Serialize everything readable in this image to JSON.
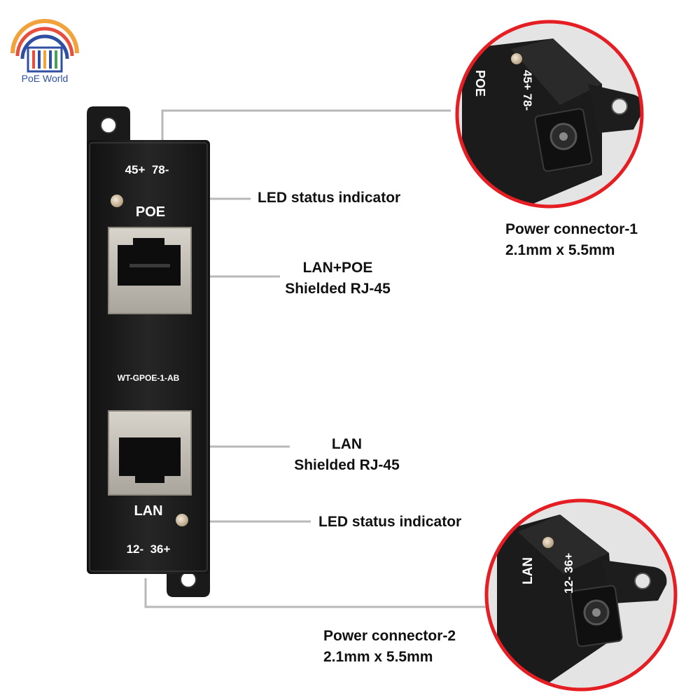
{
  "logo": {
    "text": "PoE World"
  },
  "device": {
    "top_polarity": "45+  78-",
    "top_port_label": "POE",
    "model": "WT-GPOE-1-AB",
    "bottom_port_label": "LAN",
    "bottom_polarity": "12-  36+"
  },
  "zoom_top": {
    "polarity": "45+ 78-",
    "port_label": "POE"
  },
  "zoom_bottom": {
    "polarity": "12- 36+",
    "port_label": "LAN"
  },
  "callouts": {
    "led_top": "LED status indicator",
    "lan_poe_line1": "LAN+POE",
    "lan_poe_line2": "Shielded RJ-45",
    "lan_line1": "LAN",
    "lan_line2": "Shielded RJ-45",
    "led_bottom": "LED status indicator",
    "power1_line1": "Power connector-1",
    "power1_line2": "2.1mm x 5.5mm",
    "power2_line1": "Power connector-2",
    "power2_line2": "2.1mm x 5.5mm"
  },
  "colors": {
    "device_body": "#1c1c1c",
    "callout_line": "#b8b8b8",
    "zoom_ring": "#e51e24",
    "rj45_metal": "#c8c4bb",
    "led": "#c9b79c",
    "logo_blue": "#2f4fa3",
    "logo_orange": "#f2a23b"
  }
}
